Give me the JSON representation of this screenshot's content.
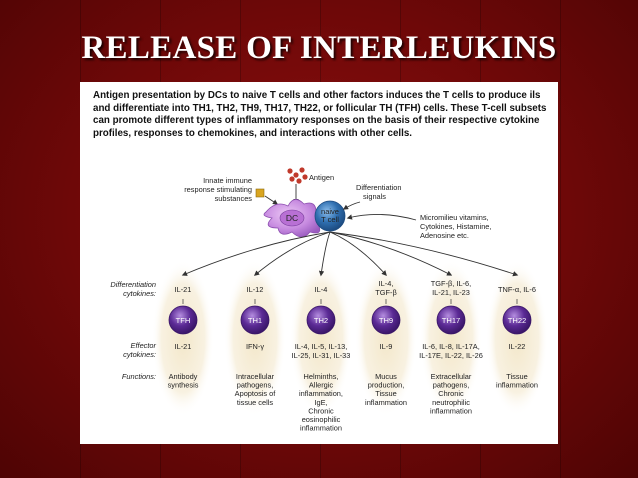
{
  "slide": {
    "title": "RELEASE OF INTERLEUKINS",
    "background_color": "#7a0a0a"
  },
  "figure": {
    "intro_text": "Antigen presentation by DCs to naive T cells and other factors induces the T cells to produce ils and differentiate into TH1, TH2, TH9, TH17, TH22, or follicular TH (TFH) cells. These T-cell subsets can promote different types of inflammatory responses on the basis of their respective cytokine profiles, responses to chemokines, and interactions with other cells.",
    "top": {
      "antigen": "Antigen",
      "innate_lines": [
        "Innate immune",
        "response stimulating",
        "substances"
      ],
      "dc": "DC",
      "naive_lines": [
        "naive",
        "T cell"
      ],
      "diff_signals_lines": [
        "Differentiation",
        "signals"
      ],
      "micro_lines": [
        "Micromilieu vitamins,",
        "Cytokines, Histamine,",
        "Adenosine etc."
      ]
    },
    "row_labels": {
      "differentiation": [
        "Differentiation",
        "cytokines:"
      ],
      "effector": [
        "Effector",
        "cytokines:"
      ],
      "functions": "Functions:"
    },
    "subsets": [
      {
        "cell": "TFH",
        "diff": [
          "IL-21"
        ],
        "effector": [
          "IL-21"
        ],
        "functions": [
          "Antibody",
          "synthesis"
        ],
        "color": "#5b2a95"
      },
      {
        "cell": "TH1",
        "diff": [
          "IL-12"
        ],
        "effector": [
          "IFN-γ"
        ],
        "functions": [
          "Intracellular",
          "pathogens,",
          "Apoptosis of",
          "tissue cells"
        ],
        "color": "#5b2a95"
      },
      {
        "cell": "TH2",
        "diff": [
          "IL-4"
        ],
        "effector": [
          "IL-4, IL-5, IL-13,",
          "IL-25, IL-31, IL-33"
        ],
        "functions": [
          "Helminths,",
          "Allergic",
          "inflammation,",
          "IgE,",
          "Chronic",
          "eosinophilic",
          "inflammation"
        ],
        "color": "#5b2a95"
      },
      {
        "cell": "TH9",
        "diff": [
          "IL-4,",
          "TGF-β"
        ],
        "effector": [
          "IL-9"
        ],
        "functions": [
          "Mucus",
          "production,",
          "Tissue",
          "inflammation"
        ],
        "color": "#5b2a95"
      },
      {
        "cell": "TH17",
        "diff": [
          "TGF-β, IL-6,",
          "IL-21, IL-23"
        ],
        "effector": [
          "IL-6, IL-8, IL-17A,",
          "IL-17E, IL-22, IL-26"
        ],
        "functions": [
          "Extracellular",
          "pathogens,",
          "Chronic",
          "neutrophilic",
          "inflammation"
        ],
        "color": "#5b2a95"
      },
      {
        "cell": "TH22",
        "diff": [
          "TNF-α, IL-6"
        ],
        "effector": [
          "IL-22"
        ],
        "functions": [
          "Tissue",
          "inflammation"
        ],
        "color": "#5b2a95"
      }
    ],
    "colors": {
      "dc_cell": "#c78be0",
      "naive_cell": "#2f6fb0",
      "subset_cell": "#5b2a95",
      "antigen_dots": "#c0392b",
      "column_glow": "#f4ecd4",
      "arrows": "#333333"
    }
  }
}
